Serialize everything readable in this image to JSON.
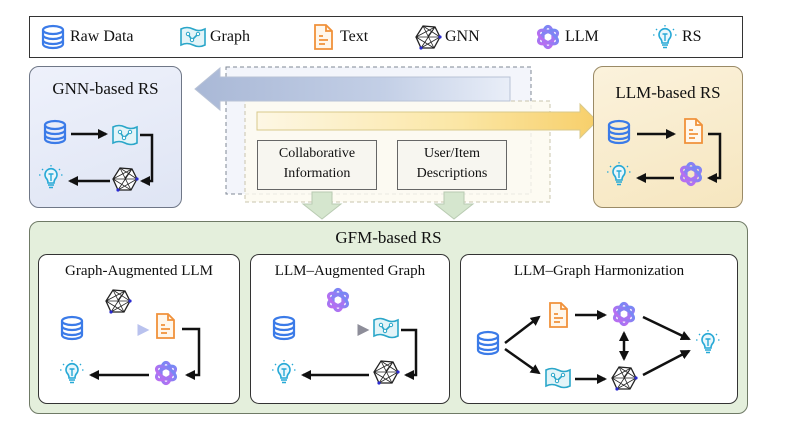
{
  "legend": {
    "items": [
      {
        "icon": "database-icon",
        "label": "Raw Data"
      },
      {
        "icon": "graph-icon",
        "label": "Graph"
      },
      {
        "icon": "text-document-icon",
        "label": "Text"
      },
      {
        "icon": "gnn-network-icon",
        "label": "GNN"
      },
      {
        "icon": "llm-knot-icon",
        "label": "LLM"
      },
      {
        "icon": "lightbulb-icon",
        "label": "RS"
      }
    ]
  },
  "gnn_panel": {
    "title": "GNN-based RS",
    "flow": [
      "Raw Data",
      "Graph",
      "GNN",
      "RS"
    ]
  },
  "llm_panel": {
    "title": "LLM-based RS",
    "flow": [
      "Raw Data",
      "Text",
      "LLM",
      "RS"
    ]
  },
  "center": {
    "collaborative": "Collaborative Information",
    "collaborative_lines": [
      "Collaborative",
      "Information"
    ],
    "descriptions_lines": [
      "User/Item",
      "Descriptions"
    ]
  },
  "gfm_panel": {
    "title": "GFM-based RS",
    "subpanels": [
      {
        "title": "Graph-Augmented LLM",
        "flow": [
          "Raw Data",
          "Text (via GNN)",
          "LLM",
          "RS"
        ]
      },
      {
        "title": "LLM–Augmented Graph",
        "flow": [
          "Raw Data",
          "Graph (via LLM)",
          "GNN",
          "RS"
        ]
      },
      {
        "title": "LLM–Graph Harmonization",
        "flow": [
          "Raw Data",
          "Text",
          "Graph",
          "LLM",
          "GNN",
          "RS"
        ]
      }
    ]
  },
  "colors": {
    "database": "#3b7be8",
    "graph": "#2aa6c9",
    "text": "#f0913a",
    "llm": "#a56cf0",
    "rs": "#27a9d6",
    "gnn_panel_bg": "#e2e8f6",
    "llm_panel_bg": "#f7e8c4",
    "gfm_panel_bg": "#e4efdc"
  }
}
